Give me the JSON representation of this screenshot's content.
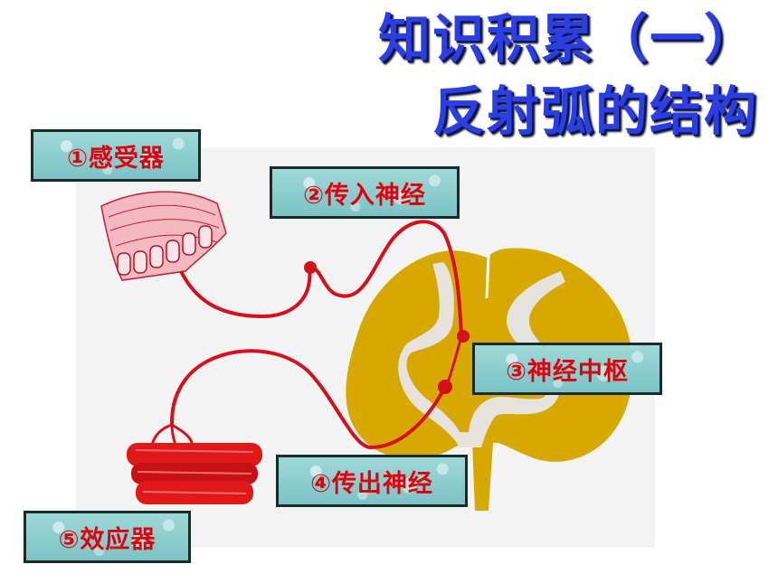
{
  "title": {
    "line1": "知识积累（一）",
    "line2": "反射弧的结构"
  },
  "labels": {
    "receptor": "①感受器",
    "afferent": "②传入神经",
    "center": "③神经中枢",
    "efferent": "④传出神经",
    "effector": "⑤效应器"
  },
  "colors": {
    "title": "#2b3fe0",
    "label_text": "#e0000c",
    "label_box": "#8ccfd1",
    "spinal_white_matter": "#d6a800",
    "spinal_gray_matter": "#e6e2dc",
    "nerve": "#d4101c",
    "muscle": "#e01818"
  }
}
